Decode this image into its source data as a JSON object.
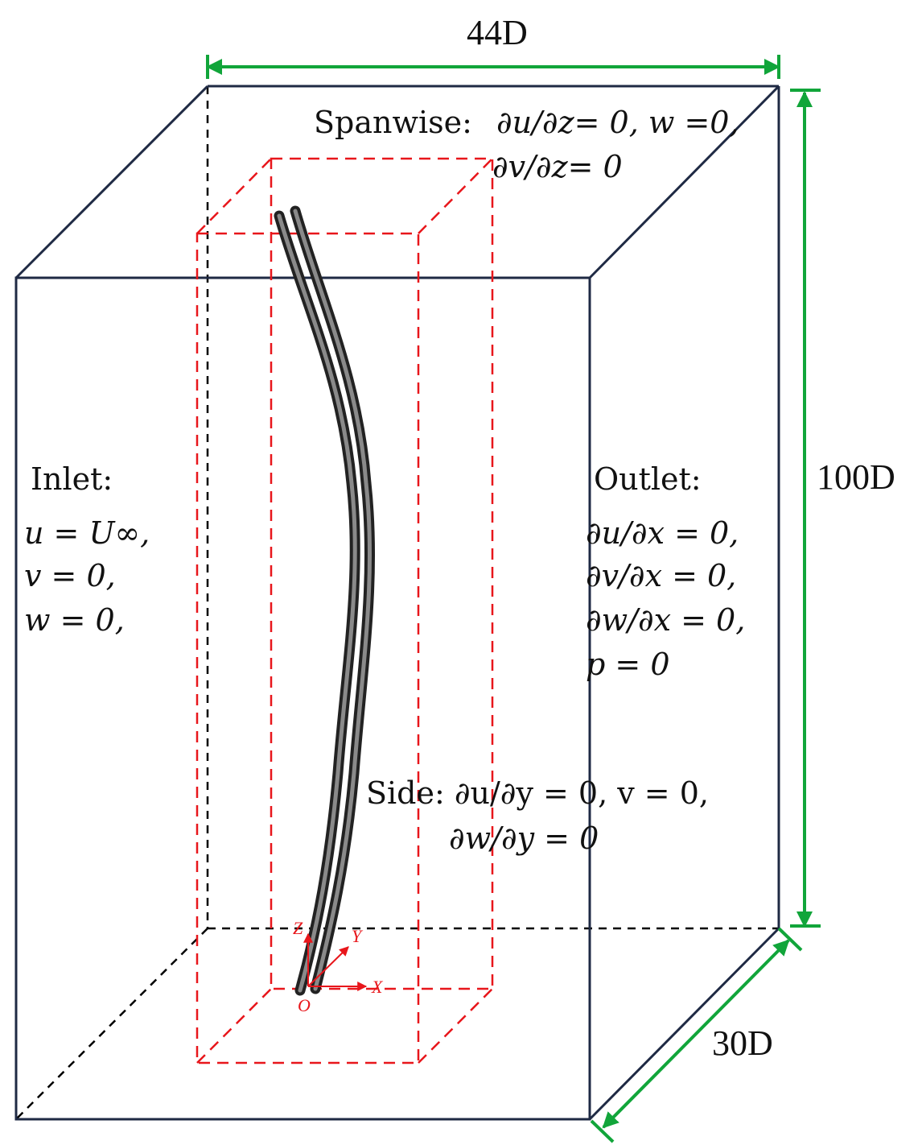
{
  "dimensions": {
    "width_label": "44D",
    "height_label": "100D",
    "depth_label": "30D"
  },
  "boundary_conditions": {
    "spanwise": [
      "Spanwise:",
      "∂u/∂z= 0, w =0,",
      "∂v/∂z= 0"
    ],
    "inlet": [
      "Inlet:",
      "u = U∞,",
      "v = 0,",
      "w = 0,"
    ],
    "outlet": [
      "Outlet:",
      "∂u/∂x = 0,",
      "∂v/∂x = 0,",
      "∂w/∂x = 0,",
      "p = 0"
    ],
    "side": [
      "Side: ∂u/∂y = 0, v = 0,",
      "∂w/∂y = 0"
    ]
  },
  "axes": {
    "origin": "O",
    "x": "X",
    "y": "Y",
    "z": "Z"
  },
  "colors": {
    "domain_edge": "#1f2a44",
    "hidden_edge": "#000000",
    "refinement_box": "#e8161b",
    "dimension_arrow": "#11a53a",
    "risers": "#4a4a4a"
  }
}
